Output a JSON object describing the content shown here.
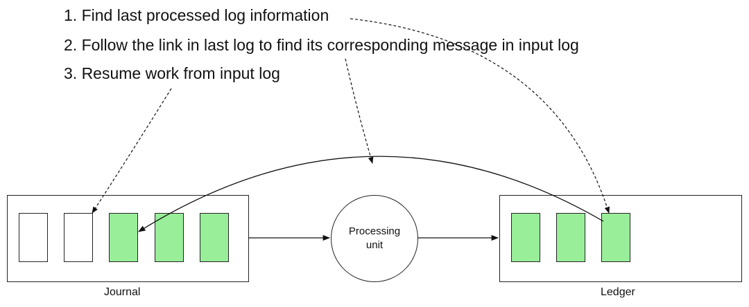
{
  "steps": [
    "1. Find last processed log information",
    "2. Follow the link in last log to find its corresponding message in input log",
    "3. Resume work from input log"
  ],
  "journal": {
    "label": "Journal",
    "entries": [
      "empty",
      "empty",
      "processed",
      "processed",
      "processed"
    ]
  },
  "processing_unit": {
    "label": "Processing unit"
  },
  "ledger": {
    "label": "Ledger",
    "entries": [
      "processed",
      "processed",
      "processed"
    ]
  },
  "colors": {
    "processed_fill": "#99ee99",
    "empty_fill": "#ffffff",
    "stroke": "#222222"
  }
}
